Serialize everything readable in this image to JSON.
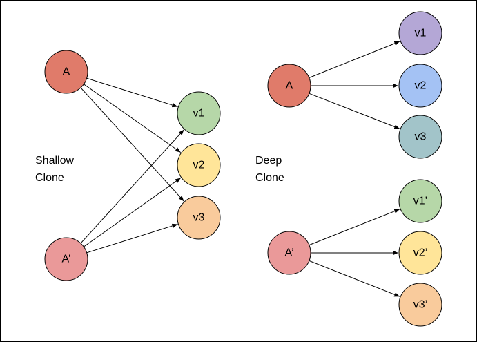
{
  "shallow": {
    "caption": [
      "Shallow",
      "Clone"
    ],
    "nodes": [
      {
        "id": "A",
        "label": "A",
        "color": "#e07b6a"
      },
      {
        "id": "Ap",
        "label": "A’",
        "color": "#ea9999"
      },
      {
        "id": "v1",
        "label": "v1",
        "color": "#b6d7a8"
      },
      {
        "id": "v2",
        "label": "v2",
        "color": "#ffe599"
      },
      {
        "id": "v3",
        "label": "v3",
        "color": "#f9cb9c"
      }
    ],
    "edges": [
      [
        "A",
        "v1"
      ],
      [
        "A",
        "v2"
      ],
      [
        "A",
        "v3"
      ],
      [
        "Ap",
        "v1"
      ],
      [
        "Ap",
        "v2"
      ],
      [
        "Ap",
        "v3"
      ]
    ]
  },
  "deep": {
    "caption": [
      "Deep",
      "Clone"
    ],
    "nodes": [
      {
        "id": "dA",
        "label": "A",
        "color": "#e07b6a"
      },
      {
        "id": "dv1",
        "label": "v1",
        "color": "#b4a7d6"
      },
      {
        "id": "dv2",
        "label": "v2",
        "color": "#a4c2f4"
      },
      {
        "id": "dv3",
        "label": "v3",
        "color": "#a2c4c9"
      },
      {
        "id": "dAp",
        "label": "A’",
        "color": "#ea9999"
      },
      {
        "id": "dv1p",
        "label": "v1’",
        "color": "#b6d7a8"
      },
      {
        "id": "dv2p",
        "label": "v2’",
        "color": "#ffe599"
      },
      {
        "id": "dv3p",
        "label": "v3’",
        "color": "#f9cb9c"
      }
    ],
    "edges": [
      [
        "dA",
        "dv1"
      ],
      [
        "dA",
        "dv2"
      ],
      [
        "dA",
        "dv3"
      ],
      [
        "dAp",
        "dv1p"
      ],
      [
        "dAp",
        "dv2p"
      ],
      [
        "dAp",
        "dv3p"
      ]
    ]
  }
}
